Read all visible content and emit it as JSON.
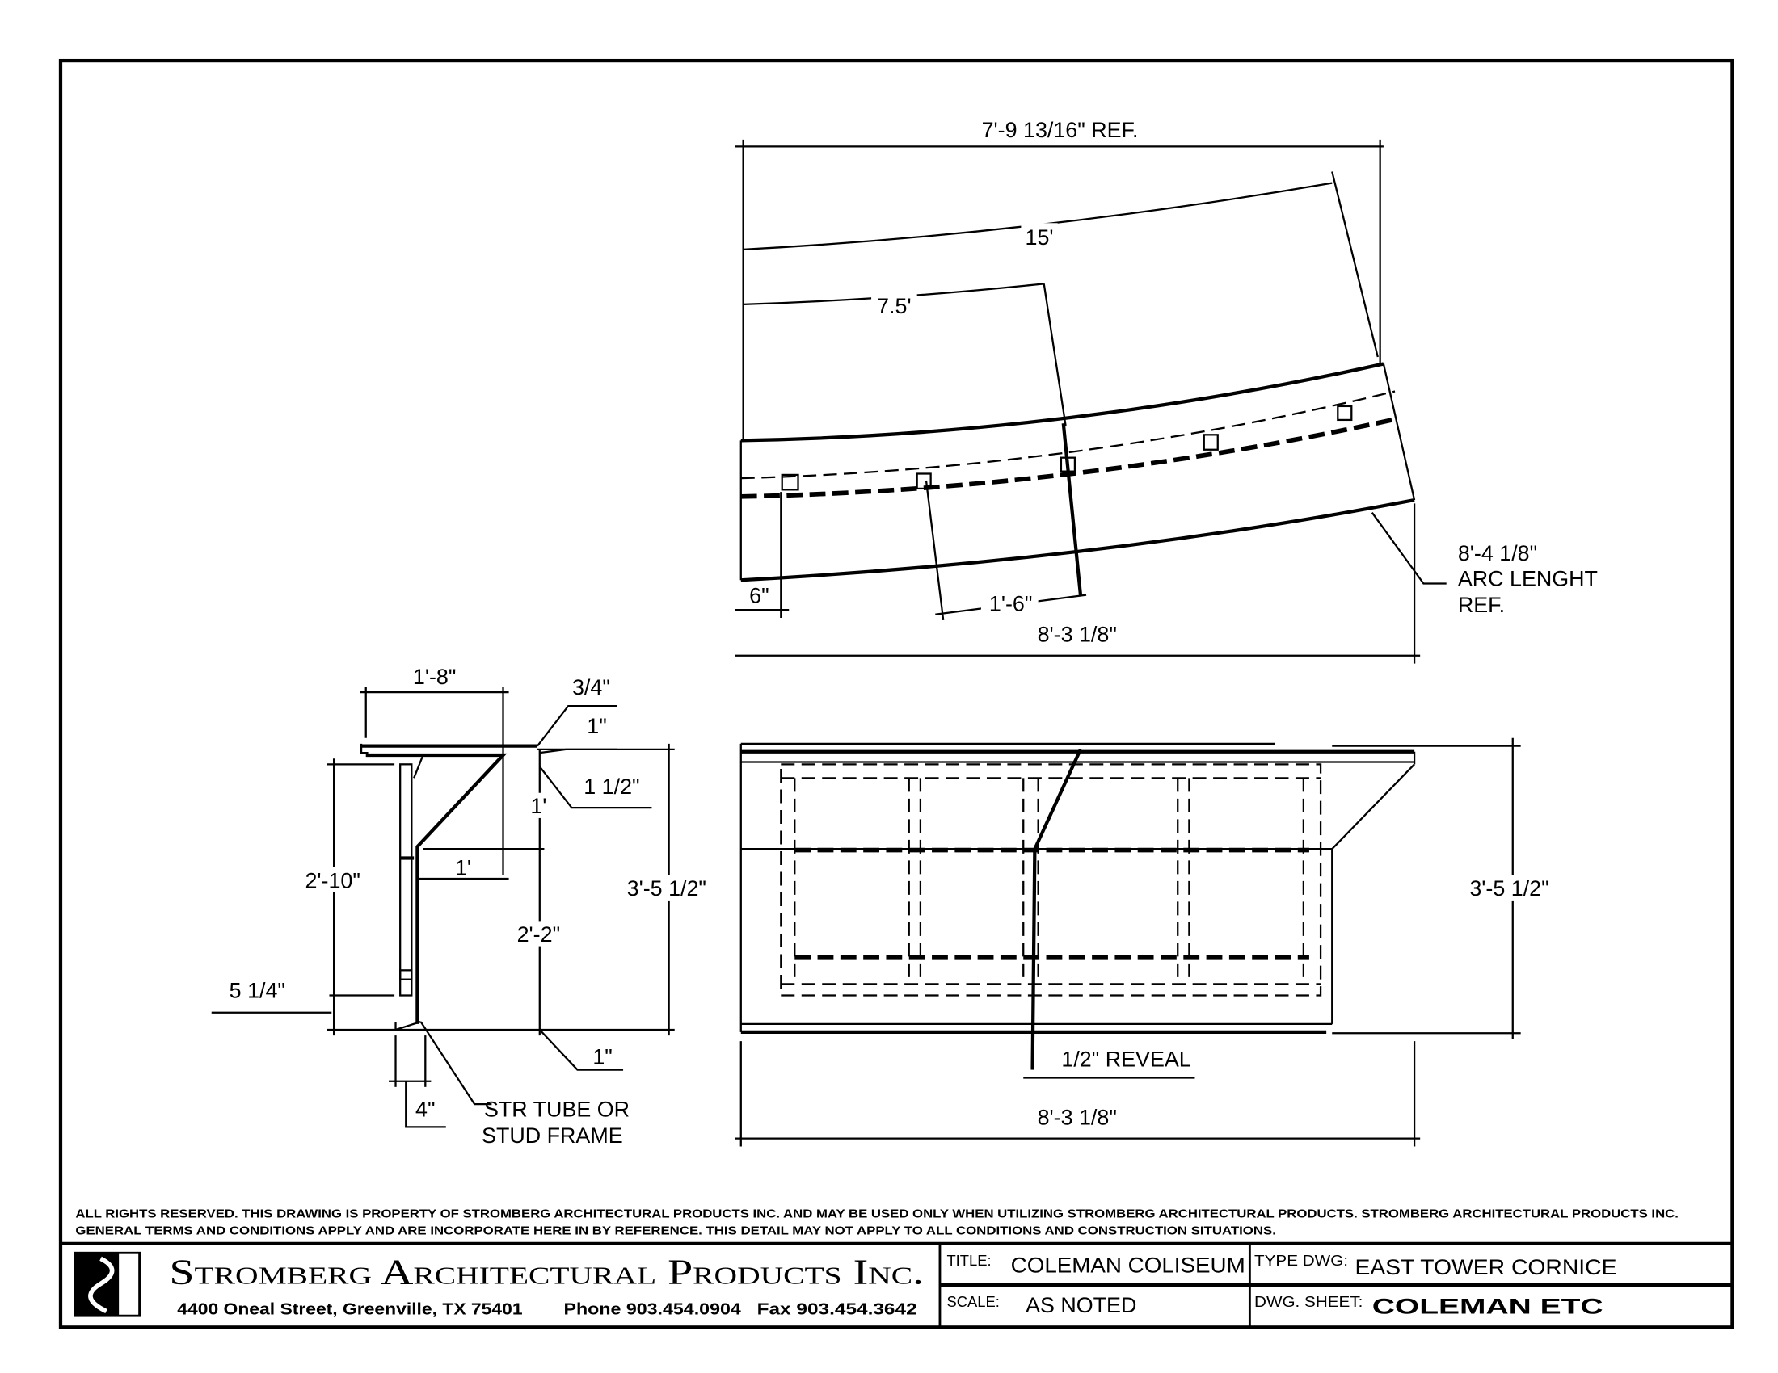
{
  "plan_view": {
    "overall_ref": "7'-9 13/16\" REF.",
    "radius_15": "15'",
    "radius_7_5": "7.5'",
    "offset_6": "6\"",
    "offset_1_6": "1'-6\"",
    "chord": "8'-3 1/8\"",
    "arc_length": "8'-4 1/8\"",
    "arc_length_2": "ARC LENGHT",
    "arc_length_3": "REF."
  },
  "section_view": {
    "width_1_8": "1'-8\"",
    "dim_3_4": "3/4\"",
    "dim_1_top": "1\"",
    "dim_1_1_2": "1 1/2\"",
    "dim_1_vert": "1'",
    "dim_1_horiz": "1'",
    "dim_2_10": "2'-10\"",
    "dim_2_2": "2'-2\"",
    "dim_3_5_1_2": "3'-5 1/2\"",
    "dim_5_1_4": "5 1/4\"",
    "dim_1_bottom": "1\"",
    "dim_4": "4\"",
    "note_1": "STR TUBE OR",
    "note_2": "STUD FRAME"
  },
  "elevation_view": {
    "height": "3'-5 1/2\"",
    "reveal": "1/2\" REVEAL",
    "width": "8'-3 1/8\""
  },
  "title_block": {
    "notice_1": "ALL RIGHTS RESERVED. THIS DRAWING IS PROPERTY OF STROMBERG ARCHITECTURAL PRODUCTS INC. AND MAY BE USED ONLY WHEN UTILIZING STROMBERG ARCHITECTURAL PRODUCTS.  STROMBERG ARCHITECTURAL PRODUCTS INC.",
    "notice_2": "GENERAL TERMS AND CONDITIONS APPLY AND ARE INCORPORATE HERE IN BY REFERENCE.  THIS DETAIL MAY NOT APPLY TO ALL CONDITIONS AND CONSTRUCTION SITUATIONS.",
    "company": "Stromberg Architectural Products Inc.",
    "address": "4400 Oneal Street, Greenville, TX  75401",
    "phone": "Phone 903.454.0904",
    "fax": "Fax 903.454.3642",
    "title_label": "TITLE:",
    "title_value": "COLEMAN COLISEUM",
    "type_label": "TYPE DWG:",
    "type_value": "EAST TOWER CORNICE",
    "scale_label": "SCALE:",
    "scale_value": "AS NOTED",
    "sheet_label": "DWG. SHEET:",
    "sheet_value": "COLEMAN ETC"
  }
}
